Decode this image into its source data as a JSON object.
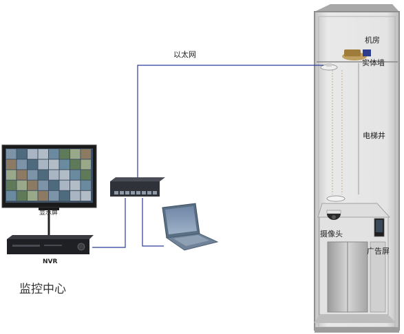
{
  "labels": {
    "ethernet": "以太网",
    "machine_room": "机房",
    "solid_wall": "实体墙",
    "elevator_shaft": "电梯井",
    "camera": "摄像头",
    "ad_screen": "广告屏",
    "display_screen": "显示屏",
    "nvr": "NVR",
    "monitoring_center": "监控中心"
  },
  "colors": {
    "network_cable": "#2b3a9a",
    "video_cable": "#222222",
    "shaft_frame": "#8e8e8e",
    "shaft_inner": "#dcdcdc",
    "car_panel": "#c9c9c9",
    "switch_body": "#2f3238",
    "nvr_body": "#1f2024",
    "laptop_body": "#5b6f84",
    "monitor_frame": "#1a1a1a"
  },
  "icons": [
    "switch-icon",
    "laptop-icon",
    "monitor-icon",
    "nvr-icon",
    "dome-camera-icon",
    "bridge-antenna-icon",
    "ad-screen-icon"
  ]
}
